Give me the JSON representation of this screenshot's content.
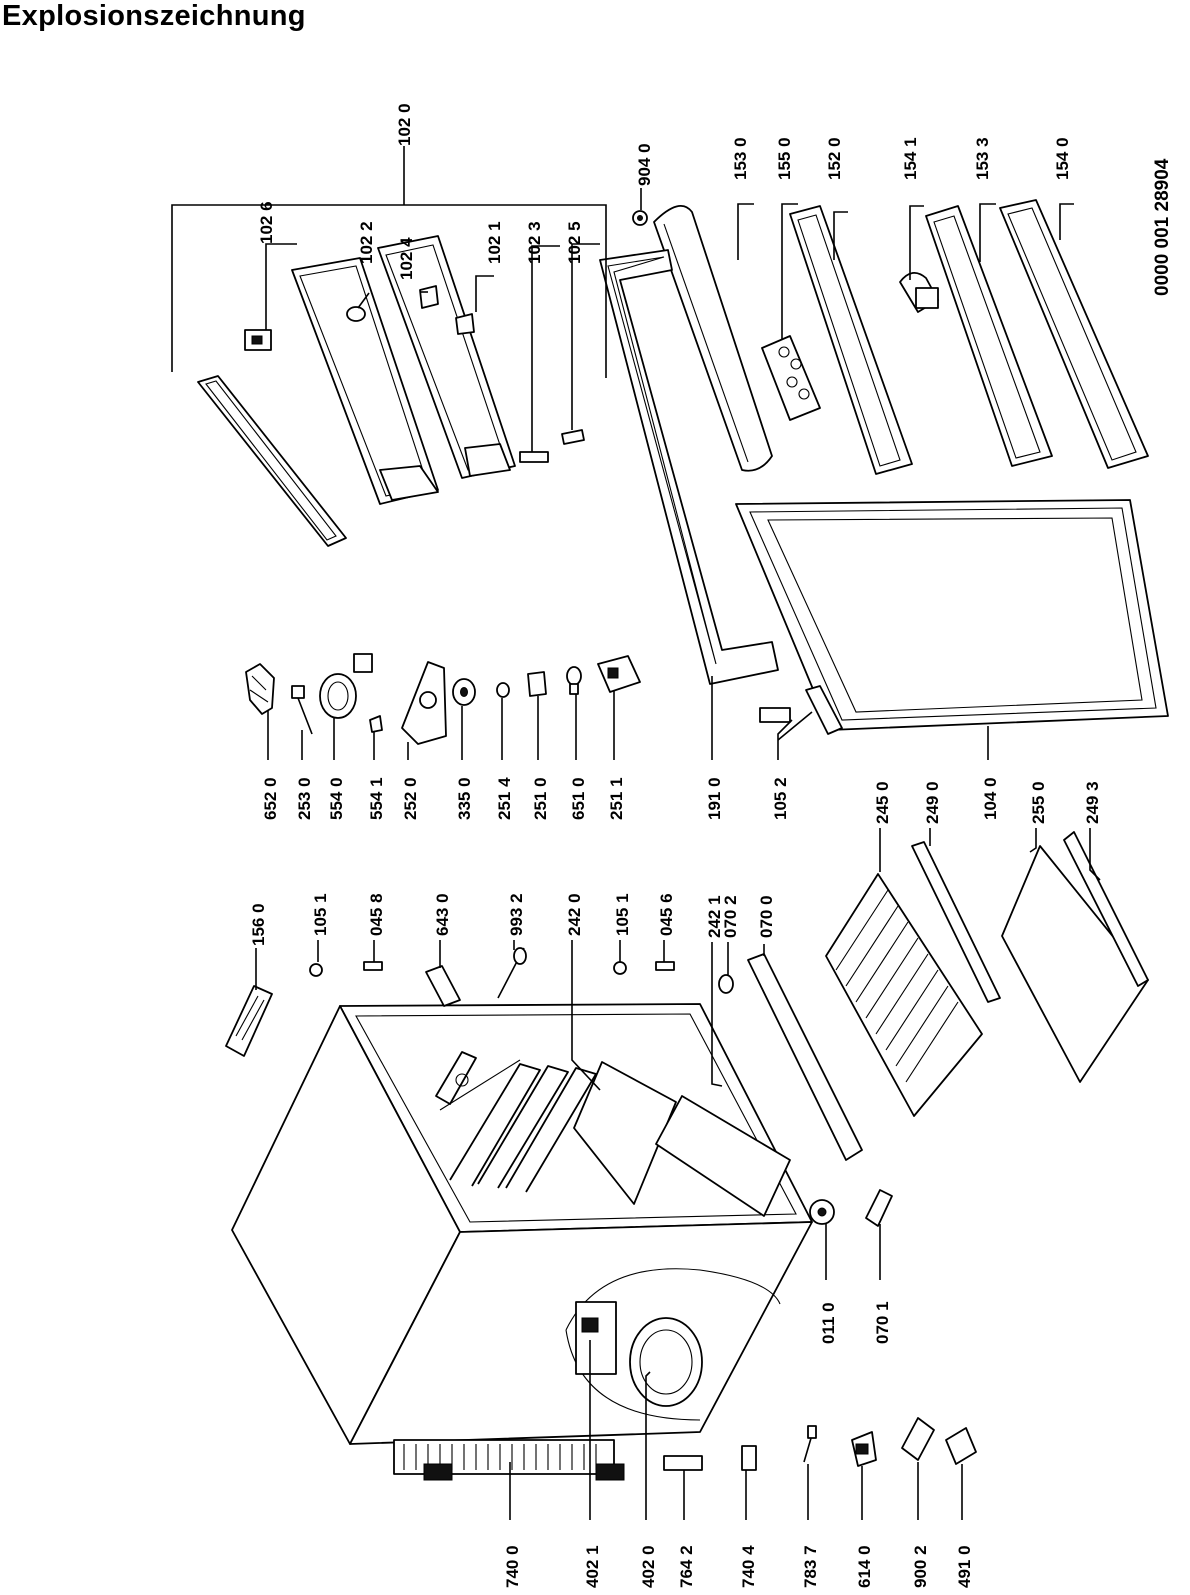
{
  "title": "Explosionszeichnung",
  "document_number": "0000 001 28904",
  "labels": {
    "p1020": "102 0",
    "p1026": "102 6",
    "p1022": "102 2",
    "p1024": "102 4",
    "p1021": "102 1",
    "p1023": "102 3",
    "p1025": "102 5",
    "p9040": "904 0",
    "p1530": "153 0",
    "p1550": "155 0",
    "p1520": "152 0",
    "p1541": "154 1",
    "p1533": "153 3",
    "p1540": "154 0",
    "p6520": "652 0",
    "p2530": "253 0",
    "p5540": "554 0",
    "p5541": "554 1",
    "p2520": "252 0",
    "p3350": "335 0",
    "p2514": "251 4",
    "p2510": "251 0",
    "p6510": "651 0",
    "p2511": "251 1",
    "p1910": "191 0",
    "p1052": "105 2",
    "p2450": "245 0",
    "p2490": "249 0",
    "p1040": "104 0",
    "p2550": "255 0",
    "p2493": "249 3",
    "p1560": "156 0",
    "p1051a": "105 1",
    "p0458": "045 8",
    "p6430": "643 0",
    "p9932": "993 2",
    "p2420": "242 0",
    "p1051b": "105 1",
    "p0456": "045 6",
    "p2421": "242 1",
    "p0702": "070 2",
    "p0700": "070 0",
    "p0110": "011 0",
    "p0701": "070 1",
    "p7400": "740 0",
    "p4021": "402 1",
    "p4020": "402 0",
    "p7642": "764 2",
    "p7404": "740 4",
    "p7837": "783 7",
    "p6140": "614 0",
    "p9002": "900 2",
    "p4910": "491 0"
  }
}
